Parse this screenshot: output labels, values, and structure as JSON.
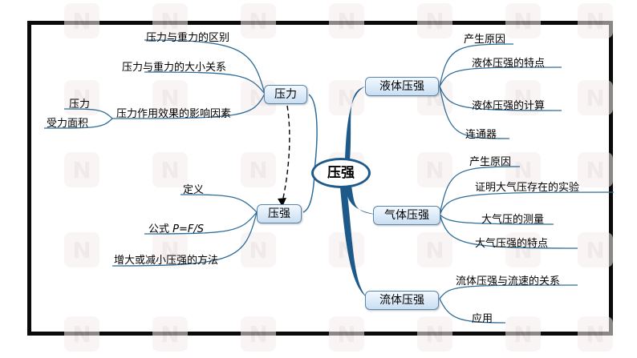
{
  "center": "压强",
  "branches": {
    "pressure": {
      "label": "压力",
      "items": [
        "压力与重力的区别",
        "压力与重力的大小关系",
        "压力作用效果的影响因素"
      ],
      "factors": [
        "压力",
        "受力面积"
      ]
    },
    "pressure_intensity": {
      "label": "压强",
      "items": [
        "定义",
        "增大或减小压强的方法"
      ],
      "formula_prefix": "公式 ",
      "formula": "P=F/S"
    },
    "liquid": {
      "label": "液体压强",
      "items": [
        "产生原因",
        "液体压强的特点",
        "液体压强的计算",
        "连通器"
      ]
    },
    "gas": {
      "label": "气体压强",
      "items": [
        "产生原因",
        "证明大气压存在的实验",
        "大气压的测量",
        "大气压强的特点"
      ]
    },
    "fluid": {
      "label": "流体压强",
      "items": [
        "流体压强与流速的关系",
        "应用"
      ]
    }
  },
  "watermark_glyph": "N",
  "colors": {
    "line": "#2f6e99",
    "trunk": "#1d5a8a",
    "node_border": "#5a86ad",
    "frame": "#0a0a0a"
  }
}
